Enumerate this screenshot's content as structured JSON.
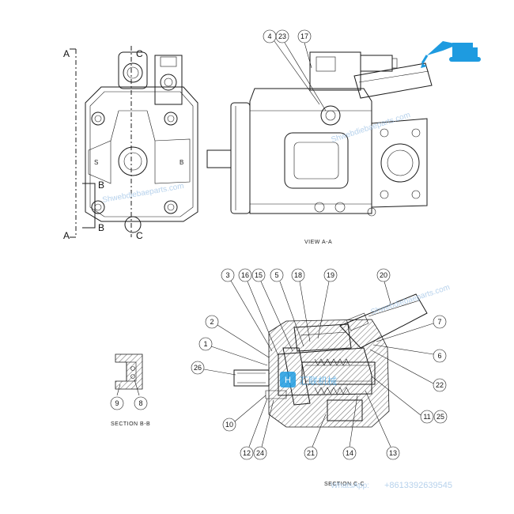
{
  "views": {
    "left": {
      "markers": {
        "a_top": "A",
        "a_bottom": "A",
        "b_mid": "B",
        "b_bottom": "B",
        "c_top": "C",
        "c_bottom": "C"
      },
      "port_labels": {
        "s": "S",
        "b": "B"
      }
    },
    "view_aa": {
      "caption": "VIEW A-A",
      "callouts": [
        "4",
        "23",
        "17"
      ]
    },
    "section_bb": {
      "caption": "SECTION B-B",
      "callouts": [
        "9",
        "8"
      ]
    },
    "section_cc": {
      "caption": "SECTION C-C",
      "callouts": [
        "3",
        "16",
        "15",
        "5",
        "18",
        "19",
        "20",
        "2",
        "1",
        "26",
        "7",
        "6",
        "22",
        "10",
        "12",
        "24",
        "21",
        "14",
        "13",
        "11",
        "25"
      ]
    }
  },
  "watermark": {
    "site": "Shwebdiebaeparts.com",
    "phone": "+8613392639545",
    "phone_prefix": "WhatsApp:",
    "logo_text": "汇联机械"
  },
  "colors": {
    "logo_blue": "#1e9be0",
    "watermark": "#9fc3e6",
    "line": "#1a1a1a"
  }
}
